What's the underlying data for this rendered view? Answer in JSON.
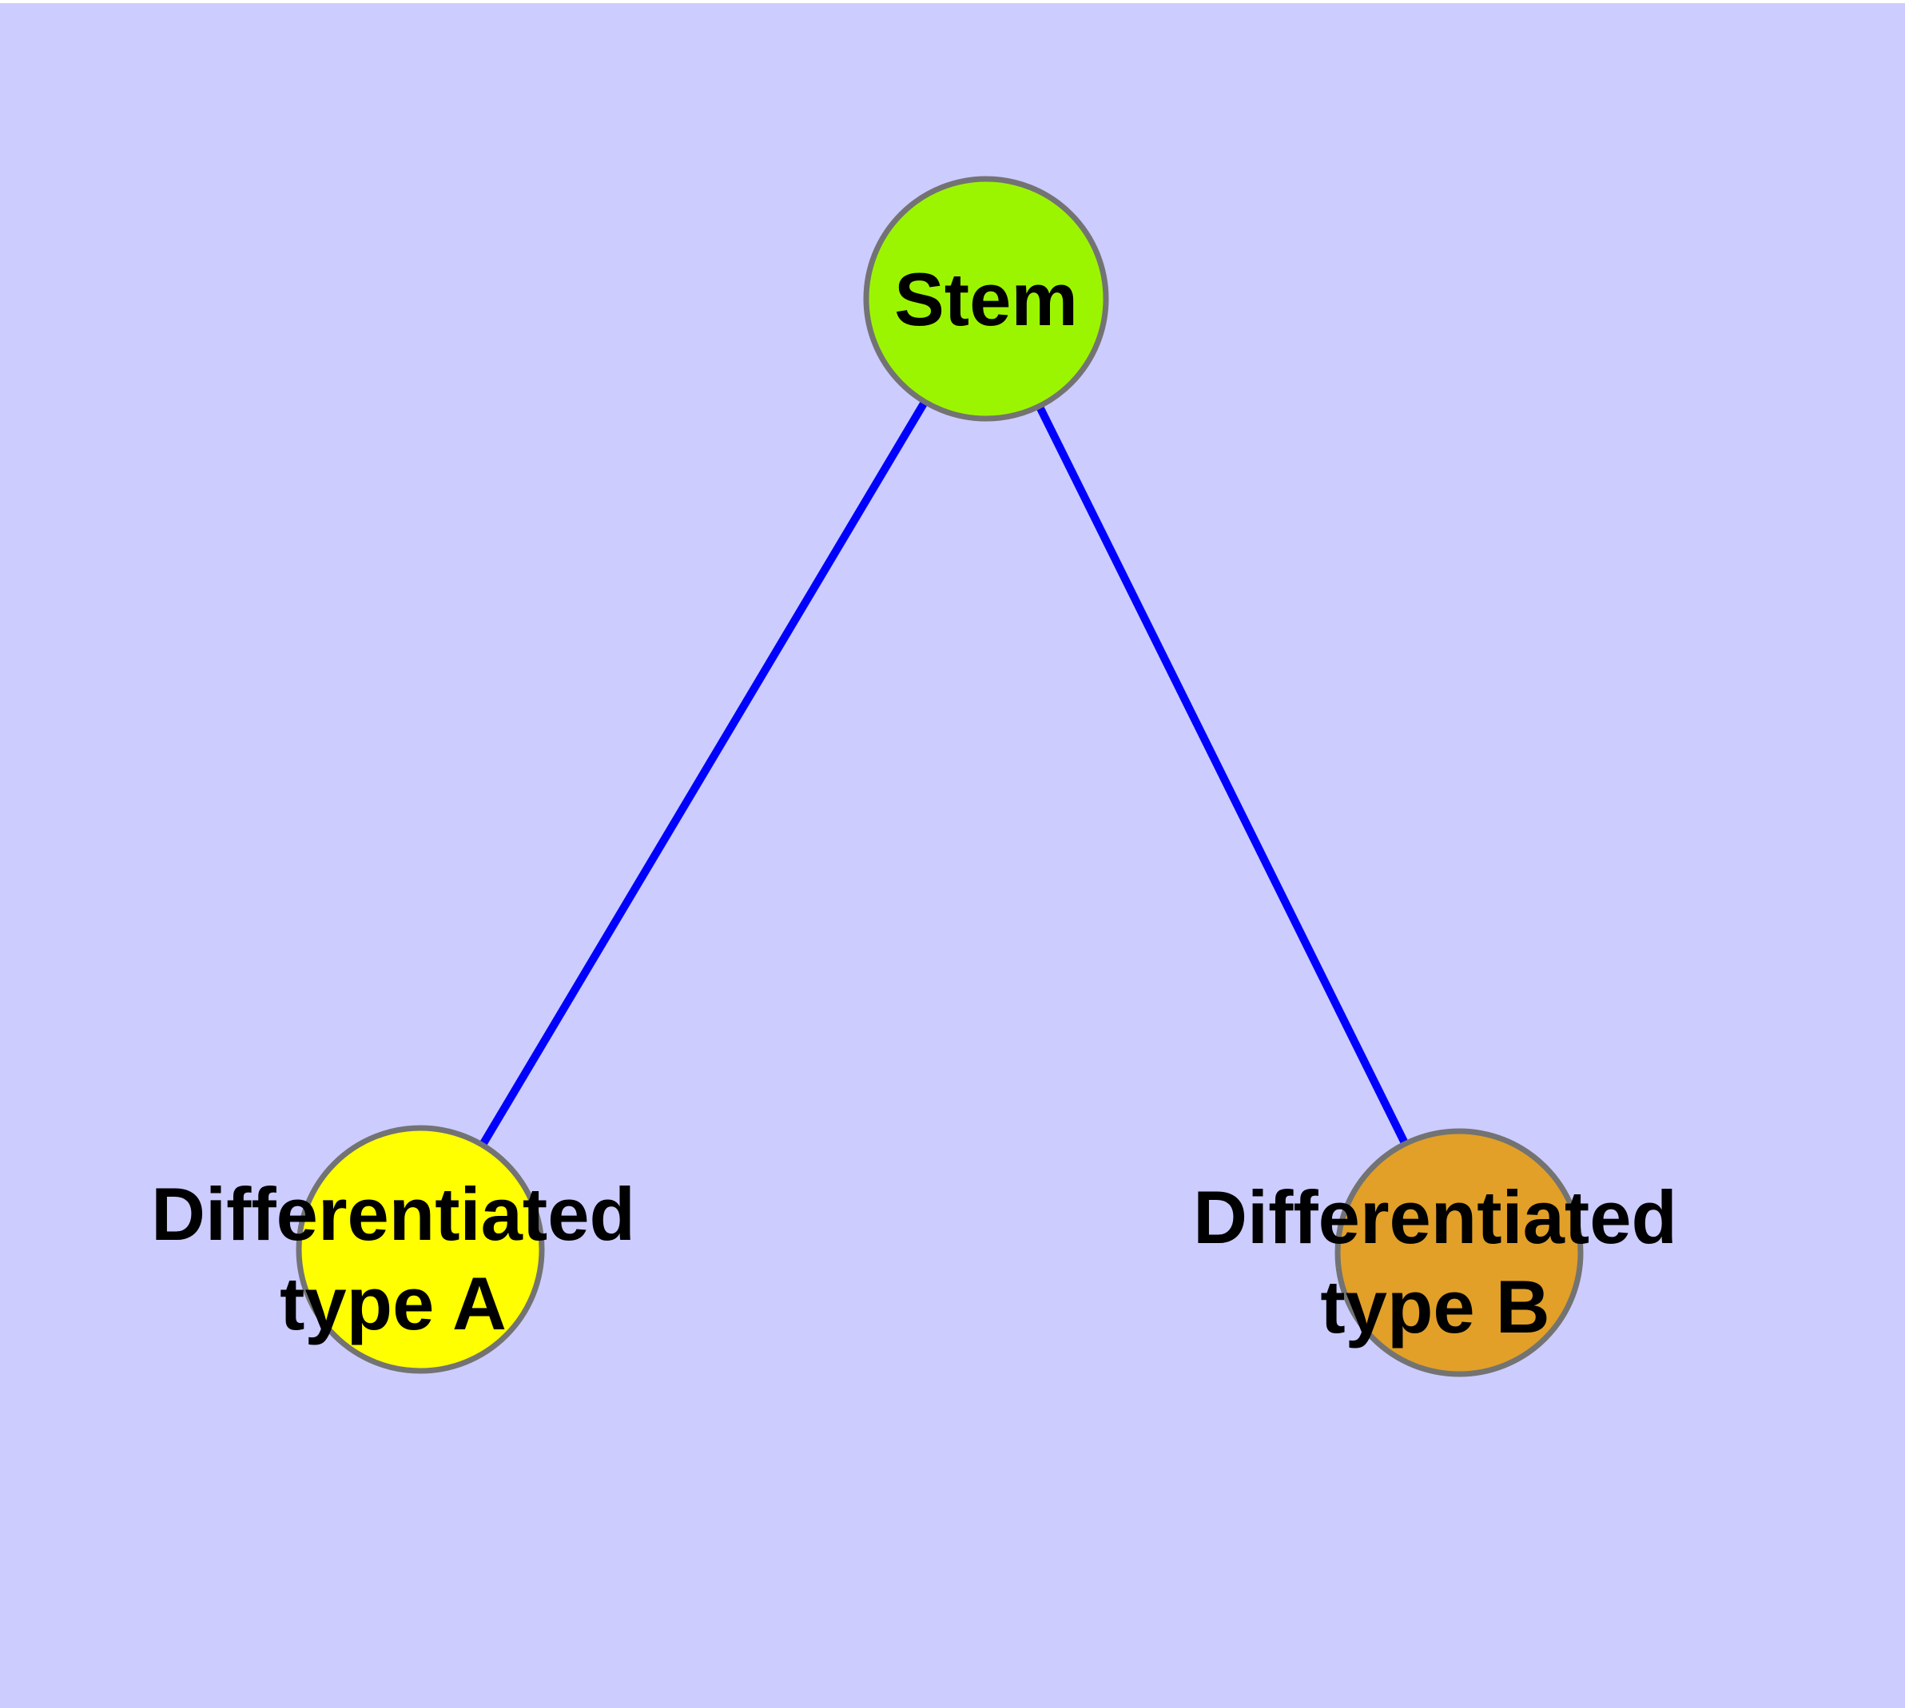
{
  "canvas": {
    "background_color": "#CCCCFF",
    "top_margin_color": "#FFFFFF"
  },
  "graph": {
    "edge_color": "#0000FF",
    "node_border_color": "#737373",
    "label_color": "#000000",
    "nodes": {
      "stem": {
        "label": "Stem",
        "fill_color": "#9CF500"
      },
      "type_a": {
        "label_line1": "Differentiated",
        "label_line2": "type A",
        "fill_color": "#FFFF00"
      },
      "type_b": {
        "label_line1": "Differentiated",
        "label_line2": "type B",
        "fill_color": "#E2A028"
      }
    },
    "edges": [
      {
        "from": "Stem",
        "to": "Differentiated type A"
      },
      {
        "from": "Stem",
        "to": "Differentiated type B"
      }
    ]
  }
}
